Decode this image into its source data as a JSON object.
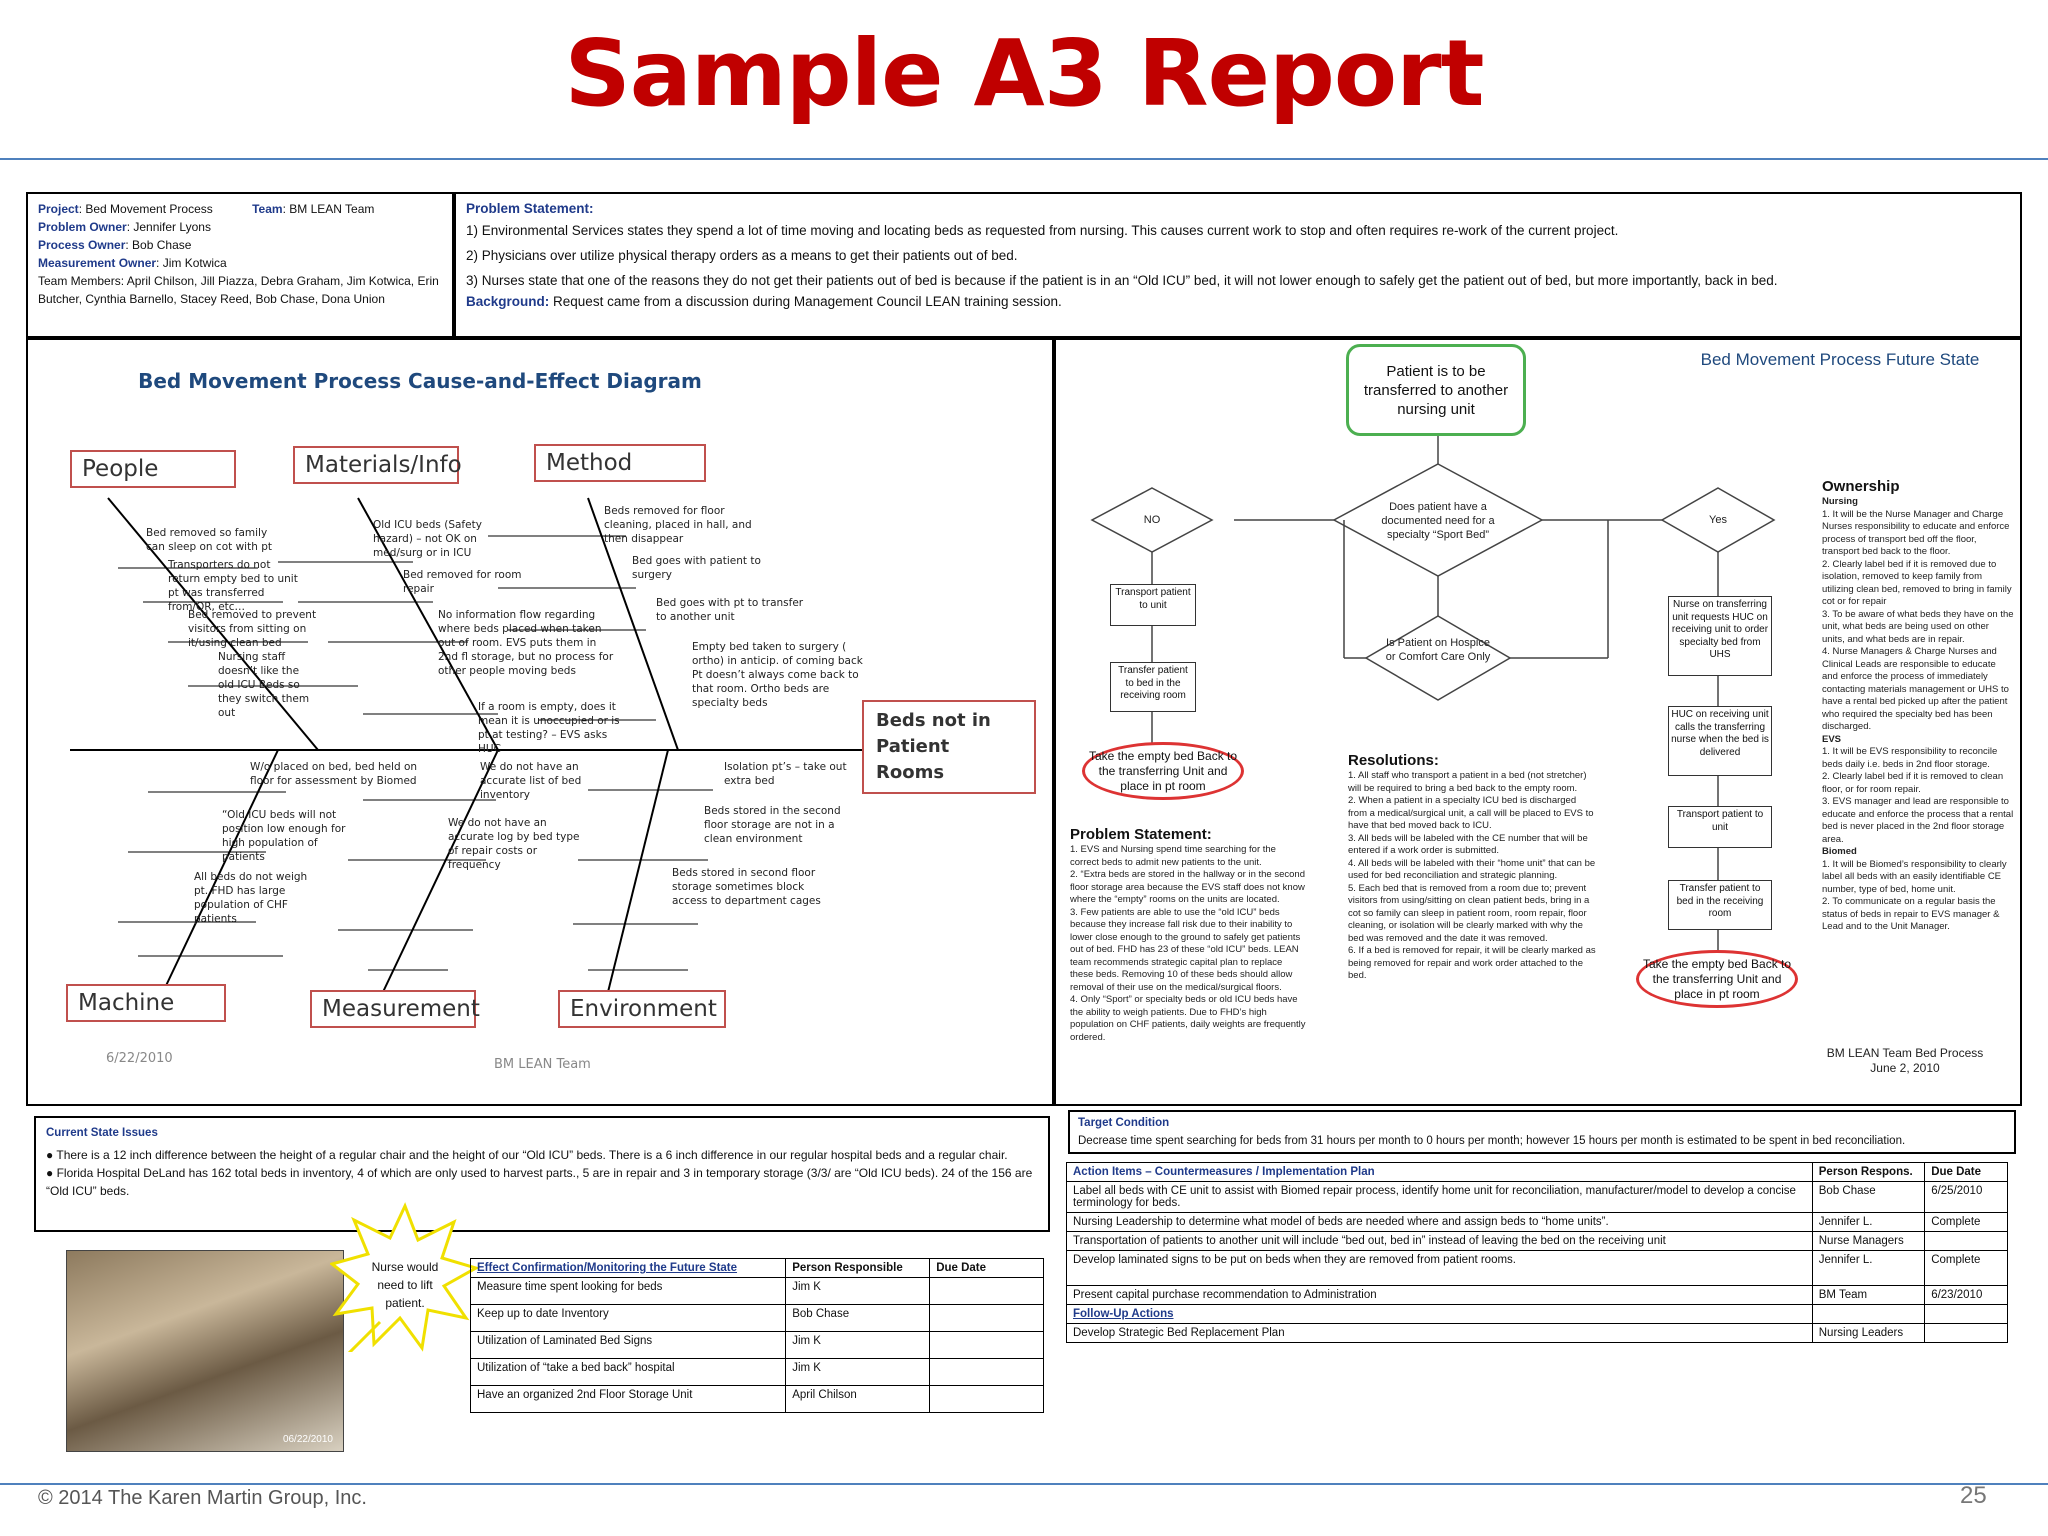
{
  "title": "Sample A3 Report",
  "footer": "© 2014 The Karen Martin Group, Inc.",
  "page_number": "25",
  "header_left": {
    "project_label": "Project",
    "project": "Bed Movement Process",
    "team_label": "Team",
    "team": "BM LEAN Team",
    "problem_owner_label": "Problem Owner",
    "problem_owner": "Jennifer Lyons",
    "process_owner_label": "Process Owner",
    "process_owner": "Bob Chase",
    "measurement_owner_label": "Measurement Owner",
    "measurement_owner": "Jim Kotwica",
    "team_members": "Team Members: April Chilson, Jill Piazza, Debra Graham, Jim Kotwica, Erin Butcher, Cynthia Barnello, Stacey Reed, Bob Chase, Dona Union"
  },
  "problem_statement": {
    "label": "Problem Statement:",
    "items": [
      "1) Environmental Services states they spend a lot of time moving and locating beds as requested from nursing.  This causes current work to stop and often requires  re-work of the current project.",
      "2) Physicians over utilize physical therapy orders as a means to get their patients out of bed.",
      "3) Nurses state that one of the reasons they do not get their patients out of bed is because if the patient is in an “Old ICU” bed, it will not lower enough to safely get the patient out of bed, but more importantly, back in bed."
    ],
    "background_label": "Background:",
    "background": "Request came from a discussion during Management Council LEAN training session."
  },
  "fishbone": {
    "title": "Bed Movement Process Cause-and-Effect Diagram",
    "effect": "Beds not in Patient Rooms",
    "categories": [
      "People",
      "Materials/Info",
      "Method",
      "Machine",
      "Measurement",
      "Environment"
    ],
    "people": [
      "Bed removed so family can sleep on cot with pt",
      "Transporters do not return empty bed to unit pt was transferred from/OR, etc…",
      "Bed removed to prevent visitors from sitting on it/using clean bed",
      "Nursing staff doesn’t like the old ICU  Beds so they switch them  out"
    ],
    "materials": [
      "Old ICU beds (Safety hazard) – not OK on med/surg or in ICU",
      "Bed removed for room repair",
      "No information flow regarding where beds placed when taken out of room.  EVS puts them in 2nd fl storage, but no process for other people moving beds",
      "If a room is empty, does it mean it is unoccupied or is pt at testing? – EVS asks HUC"
    ],
    "method": [
      "Beds removed for floor cleaning, placed in hall, and then disappear",
      "Bed goes with patient to surgery",
      "Bed goes with pt to transfer to another unit",
      "Empty bed taken to surgery ( ortho) in anticip. of coming back  Pt doesn’t always come back to that room.  Ortho beds are specialty beds"
    ],
    "machine": [
      "W/o placed on bed, bed held on floor for assessment by Biomed",
      "“Old ICU beds will not position low enough for high population of patients",
      "All beds do not weigh pt. FHD has large population of CHF patients"
    ],
    "measurement": [
      "We do not have an accurate list of bed inventory",
      "We do not have an accurate log by bed type of repair costs or frequency"
    ],
    "environment": [
      "Isolation pt’s – take out extra bed",
      "Beds  stored in the second floor storage are not in a clean environment",
      "Beds stored in second floor storage sometimes block access to department cages"
    ],
    "date": "6/22/2010",
    "team": "BM LEAN Team"
  },
  "future_state": {
    "title": "Bed Movement Process Future State",
    "start": "Patient is to be transferred to another nursing unit",
    "decision1": "Does patient have a documented need for a specialty “Sport Bed”",
    "decision_no": "NO",
    "decision_yes": "Yes",
    "decision2": "Is Patient on Hospice or Comfort Care Only",
    "left_steps": [
      "Transport patient to unit",
      "Transfer patient to bed in the receiving room"
    ],
    "right_steps": [
      "Nurse on transferring unit requests HUC on receiving unit to order specialty bed from UHS",
      "HUC on receiving unit calls the transferring nurse when the bed is delivered",
      "Transport patient to unit",
      "Transfer patient to bed in the receiving room"
    ],
    "end_left": "Take the empty bed Back to the transferring Unit and place in pt room",
    "end_right": "Take the empty bed Back to the transferring Unit and place in pt room",
    "resolutions_title": "Resolutions:",
    "resolutions": [
      "1. All staff who transport a patient in a bed (not stretcher) will be required to bring a bed back to the empty room.",
      "2. When a patient in a specialty ICU bed is discharged from a medical/surgical unit, a call will be placed to EVS to have that bed moved back to ICU.",
      "3. All beds will be labeled with the CE number that will be entered if a work order is submitted.",
      "4. All beds will be labeled with their “home unit” that can be used for bed reconciliation and strategic planning.",
      "5. Each bed that is removed from a room due to; prevent visitors from using/sitting on clean patient beds, bring in a cot so family can sleep in patient room, room repair, floor cleaning, or isolation will be clearly marked with why the bed was removed and the date it was removed.",
      "6. If a bed is removed for repair, it will be clearly marked as being removed for repair and work order attached to the bed."
    ],
    "problem_title": "Problem Statement:",
    "problem": [
      "1. EVS and Nursing spend time searching for the correct beds to admit new patients to the unit.",
      "2. “Extra beds are stored in the hallway or in the second floor storage area because the EVS staff does not know where the “empty” rooms on the units are located.",
      "3. Few patients are able to use the “old ICU” beds because they increase fall risk due to their inability to lower close enough to the ground to safely get patients out of bed. FHD has 23 of these “old ICU” beds. LEAN team recommends strategic capital plan to replace these beds. Removing 10 of these beds should allow removal of their use on the medical/surgical floors.",
      "4. Only “Sport” or specialty beds or old ICU beds have the ability to weigh patients. Due to FHD’s high population on CHF patients, daily weights are frequently ordered."
    ],
    "ownership_title": "Ownership",
    "ownership": [
      "Nursing",
      "1. It will be the Nurse Manager and Charge Nurses responsibility to educate and enforce process of transport bed off the floor, transport bed back to the floor.",
      "2. Clearly label bed if it is removed due to isolation, removed to keep family from utilizing clean bed, removed to bring in family cot or for repair",
      "3. To be aware of what beds they have on the unit, what beds are being used on other units, and what beds are in repair.",
      "4. Nurse Managers & Charge Nurses and Clinical Leads are responsible to educate and enforce the process of immediately contacting materials management or UHS to have a rental bed picked up after the patient who required the specialty bed has been discharged.",
      "EVS",
      "1. It will be EVS responsibility to reconcile beds daily i.e. beds in 2nd floor storage.",
      "2. Clearly label bed if it is removed to clean floor, or for room repair.",
      "3. EVS manager and lead are responsible to educate and enforce the process that a rental bed is never placed in the 2nd floor storage area.",
      "Biomed",
      "1. It will be Biomed’s responsibility to clearly label all beds with an easily identifiable CE number, type of bed, home unit.",
      "2. To communicate on a regular basis the status of beds in repair to EVS manager & Lead and to the Unit Manager."
    ],
    "signoff_1": "BM LEAN Team Bed Process",
    "signoff_2": "June 2, 2010"
  },
  "current_state": {
    "title": "Current State Issues",
    "items": [
      "There is a 12 inch difference between the height of a regular chair and the height of our “Old ICU” beds. There is a 6 inch difference in  our regular hospital beds and a regular chair.",
      "Florida Hospital DeLand has 162 total beds in inventory, 4 of which are only used to harvest parts., 5 are in repair and 3 in temporary storage (3/3/ are “Old ICU beds).  24 of the 156 are  “Old ICU” beds."
    ]
  },
  "target": {
    "title": "Target Condition",
    "text": "Decrease time spent searching for beds from 31 hours per month to 0 hours per month; however 15 hours per month is estimated to be spent in bed reconciliation."
  },
  "actions": {
    "headers": [
      "Action Items – Countermeasures / Implementation Plan",
      "Person Respons.",
      "Due Date"
    ],
    "rows": [
      [
        "Label all beds with CE unit to assist with Biomed repair process, identify home unit for reconciliation, manufacturer/model to develop a concise terminology for beds.",
        "Bob Chase",
        "6/25/2010"
      ],
      [
        "Nursing Leadership to determine what model of beds are needed where and assign beds to “home units”.",
        "Jennifer L.",
        "Complete"
      ],
      [
        "Transportation of patients to another unit will include “bed out, bed in” instead of leaving the bed on the receiving unit",
        "Nurse Managers",
        ""
      ],
      [
        "Develop laminated signs to be put on beds when they are removed from patient rooms.",
        "Jennifer L.",
        "Complete"
      ],
      [
        "Present capital purchase recommendation to Administration",
        "BM Team",
        "6/23/2010"
      ]
    ],
    "followup_label": "Follow-Up Actions",
    "followup_rows": [
      [
        "Develop Strategic Bed Replacement Plan",
        "Nursing Leaders",
        ""
      ]
    ]
  },
  "effect": {
    "headers": [
      "Effect Confirmation/Monitoring the Future State",
      "Person Responsible",
      "Due Date"
    ],
    "rows": [
      [
        "Measure time spent looking for beds",
        "Jim K",
        ""
      ],
      [
        "Keep up to date Inventory",
        "Bob Chase",
        ""
      ],
      [
        "Utilization of Laminated Bed Signs",
        "Jim K",
        ""
      ],
      [
        "Utilization of “take a bed back” hospital",
        "Jim K",
        ""
      ],
      [
        "Have an organized 2nd Floor Storage Unit",
        "April Chilson",
        ""
      ]
    ]
  },
  "photo": {
    "callout": "Nurse would need to lift patient.",
    "stamp": "06/22/2010"
  }
}
